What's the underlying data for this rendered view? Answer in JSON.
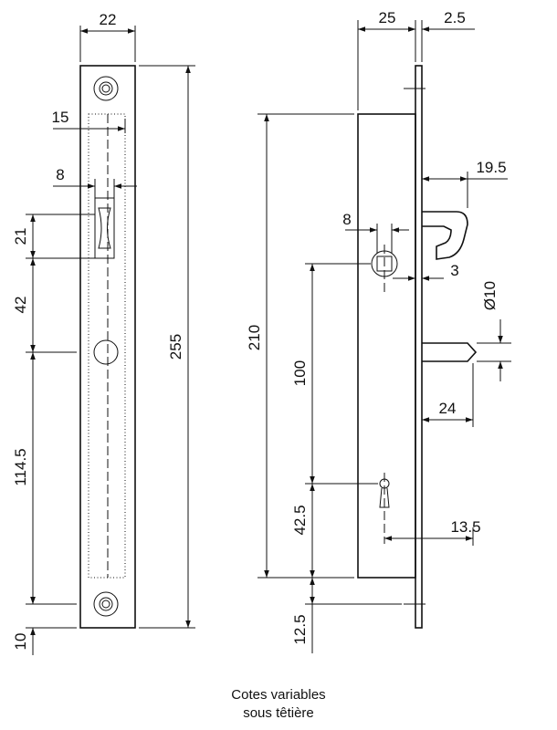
{
  "dimensions": {
    "front_width": "22",
    "front_cut_width": "15",
    "front_hole_width": "8",
    "front_d21": "21",
    "front_d42": "42",
    "front_d114_5": "114.5",
    "front_d10": "10",
    "front_height": "255",
    "side_depth": "25",
    "side_plate": "2.5",
    "side_latch": "19.5",
    "side_square": "8",
    "side_offset": "3",
    "side_bolt_dia": "Ø10",
    "side_bolt_len": "24",
    "side_body_height": "210",
    "side_d100": "100",
    "side_d42_5": "42.5",
    "side_d13_5": "13.5",
    "side_d12_5": "12.5"
  },
  "note": {
    "line1": "Cotes variables",
    "line2": "sous têtière"
  }
}
